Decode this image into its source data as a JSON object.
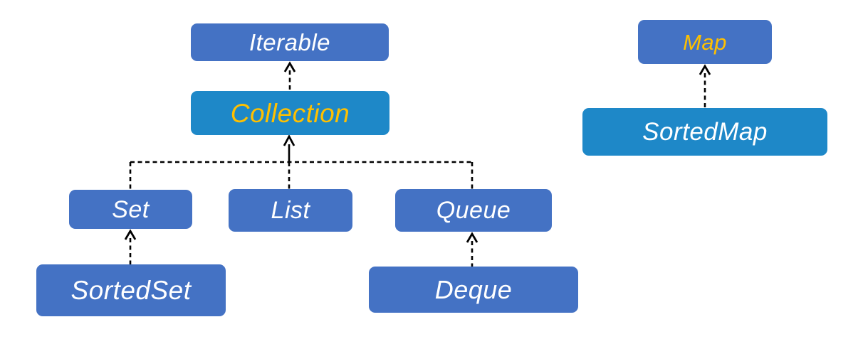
{
  "diagram": {
    "kind": "interface-hierarchy",
    "nodes": {
      "iterable": {
        "label": "Iterable",
        "fill": "#4472C4",
        "text_color": "#FFFFFF"
      },
      "collection": {
        "label": "Collection",
        "fill": "#1E88C8",
        "text_color": "#FFC000"
      },
      "set": {
        "label": "Set",
        "fill": "#4472C4",
        "text_color": "#FFFFFF"
      },
      "list": {
        "label": "List",
        "fill": "#4472C4",
        "text_color": "#FFFFFF"
      },
      "queue": {
        "label": "Queue",
        "fill": "#4472C4",
        "text_color": "#FFFFFF"
      },
      "sortedset": {
        "label": "SortedSet",
        "fill": "#4472C4",
        "text_color": "#FFFFFF"
      },
      "deque": {
        "label": "Deque",
        "fill": "#4472C4",
        "text_color": "#FFFFFF"
      },
      "map": {
        "label": "Map",
        "fill": "#4472C4",
        "text_color": "#FFC000"
      },
      "sortedmap": {
        "label": "SortedMap",
        "fill": "#1E88C8",
        "text_color": "#FFFFFF"
      }
    },
    "edges": [
      {
        "from": "Collection",
        "to": "Iterable",
        "style": "dashed",
        "arrowhead": "open"
      },
      {
        "from": "Set",
        "to": "Collection",
        "style": "dashed",
        "arrowhead": "shared"
      },
      {
        "from": "List",
        "to": "Collection",
        "style": "dashed",
        "arrowhead": "shared"
      },
      {
        "from": "Queue",
        "to": "Collection",
        "style": "dashed",
        "arrowhead": "shared"
      },
      {
        "from": "SortedSet",
        "to": "Set",
        "style": "dashed",
        "arrowhead": "open"
      },
      {
        "from": "Deque",
        "to": "Queue",
        "style": "dashed",
        "arrowhead": "open"
      },
      {
        "from": "SortedMap",
        "to": "Map",
        "style": "dashed",
        "arrowhead": "open"
      }
    ],
    "colors": {
      "primary_blue": "#4472C4",
      "accent_blue": "#1E88C8",
      "highlight_text": "#FFC000",
      "line": "#000000",
      "background": "#FFFFFF"
    }
  }
}
